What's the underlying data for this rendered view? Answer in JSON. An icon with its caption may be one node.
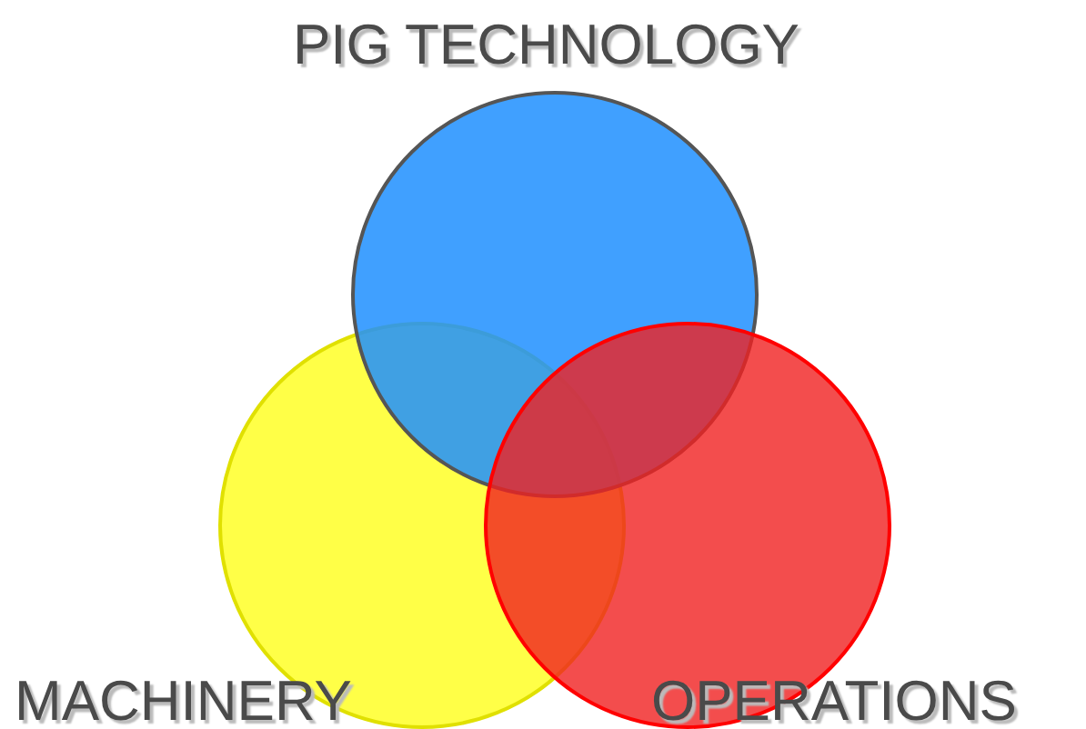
{
  "diagram": {
    "nodes": [
      {
        "text": [
          "PIG TECHNOLOGY"
        ]
      },
      {
        "text": [
          "MACHINERY"
        ]
      },
      {
        "text": [
          "OPERATIONS"
        ]
      }
    ]
  }
}
